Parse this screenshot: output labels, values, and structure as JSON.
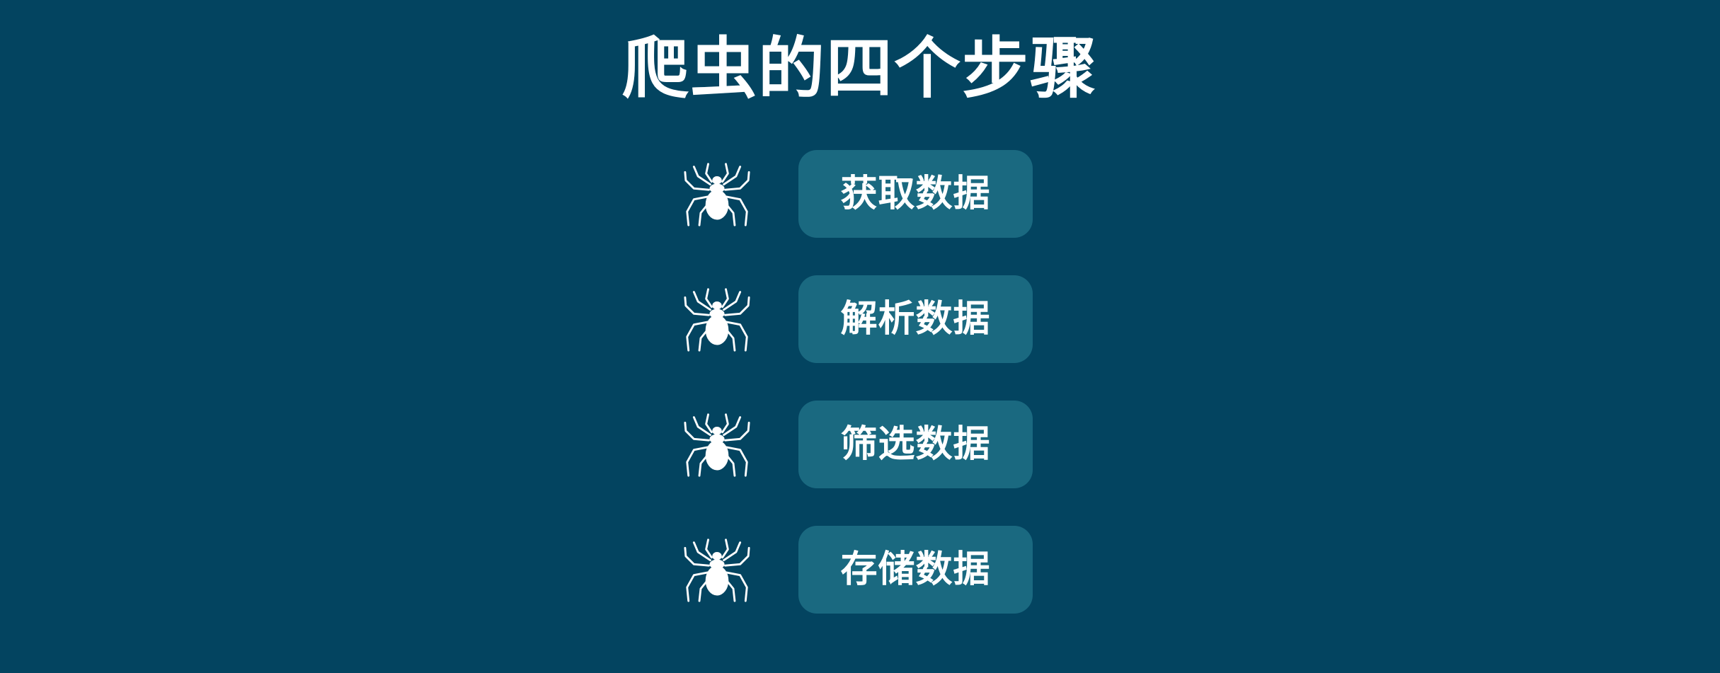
{
  "title": "爬虫的四个步骤",
  "colors": {
    "background": "#034460",
    "step_box": "#1a6980",
    "text": "#ffffff",
    "icon": "#ffffff"
  },
  "steps": [
    {
      "label": "获取数据",
      "icon": "spider-icon"
    },
    {
      "label": "解析数据",
      "icon": "spider-icon"
    },
    {
      "label": "筛选数据",
      "icon": "spider-icon"
    },
    {
      "label": "存储数据",
      "icon": "spider-icon"
    }
  ]
}
